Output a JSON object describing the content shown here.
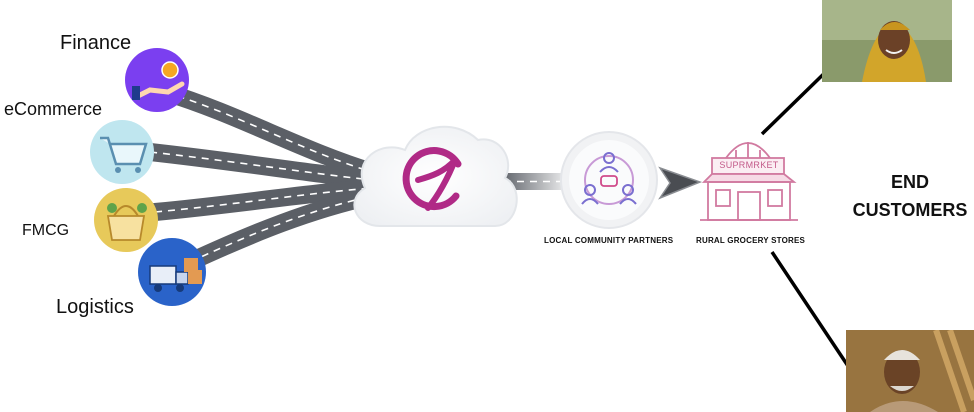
{
  "sources": [
    {
      "label": "Finance",
      "icon": "hand-coin-icon"
    },
    {
      "label": "eCommerce",
      "icon": "shopping-cart-icon"
    },
    {
      "label": "FMCG",
      "icon": "grocery-basket-icon"
    },
    {
      "label": "Logistics",
      "icon": "delivery-truck-icon"
    }
  ],
  "hub": {
    "icon": "brand-logo-g-icon"
  },
  "partners": {
    "label": "LOCAL COMMUNITY PARTNERS",
    "icon": "community-people-icon"
  },
  "stores": {
    "label": "RURAL GROCERY STORES",
    "sign_text": "SUPRMRKET",
    "icon": "store-icon"
  },
  "end_customers": {
    "line1": "END",
    "line2": "CUSTOMERS"
  },
  "photos": [
    {
      "name": "customer-woman-photo"
    },
    {
      "name": "customer-man-photo"
    }
  ],
  "colors": {
    "road": "#5b5f66",
    "brand": "#b02a86",
    "finance_bg": "#7b3ff0",
    "ecom_bg": "#bfe6ef",
    "fmcg_bg": "#e7c95a",
    "logistics_bg": "#2a63c9",
    "store_line": "#d17aa0"
  }
}
